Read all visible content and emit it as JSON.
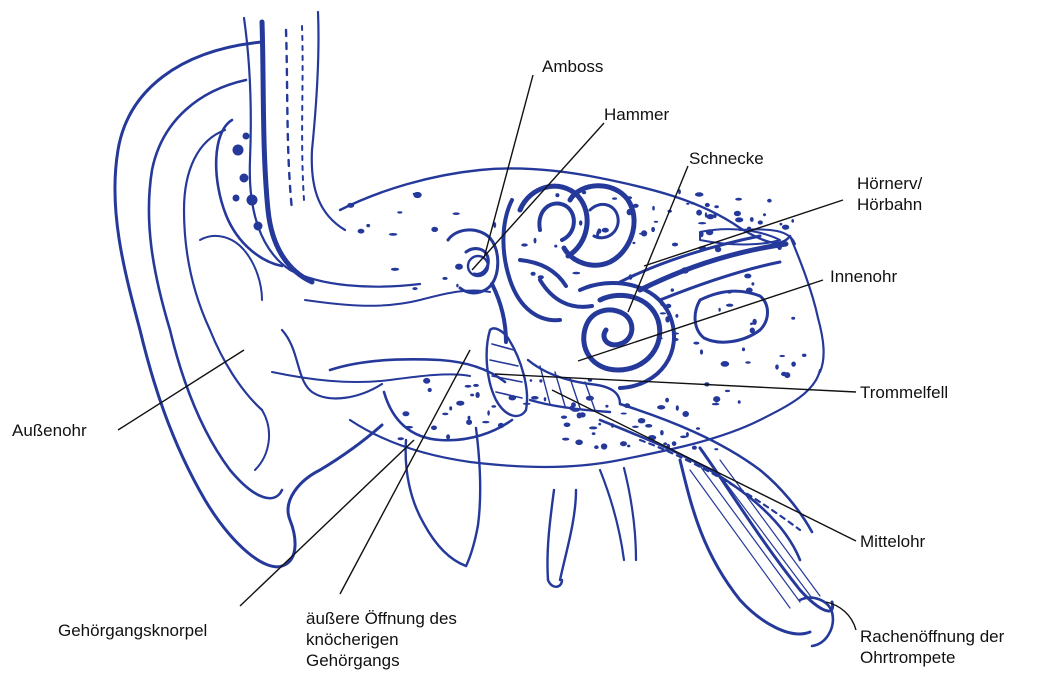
{
  "colors": {
    "ink": "#25399a",
    "label_text": "#111111",
    "background": "#ffffff"
  },
  "labels": {
    "amboss": "Amboss",
    "hammer": "Hammer",
    "schnecke": "Schnecke",
    "hoernerv_line1": "Hörnerv/",
    "hoernerv_line2": "Hörbahn",
    "innenohr": "Innenohr",
    "trommelfell": "Trommelfell",
    "aussenohr": "Außenohr",
    "mittelohr": "Mittelohr",
    "gehoergangsknorpel": "Gehörgangsknorpel",
    "oeffnung_line1": "äußere Öffnung des",
    "oeffnung_line2": "knöcherigen",
    "oeffnung_line3": "Gehörgangs",
    "rachen_line1": "Rachenöffnung der",
    "rachen_line2": "Ohrtrompete"
  }
}
